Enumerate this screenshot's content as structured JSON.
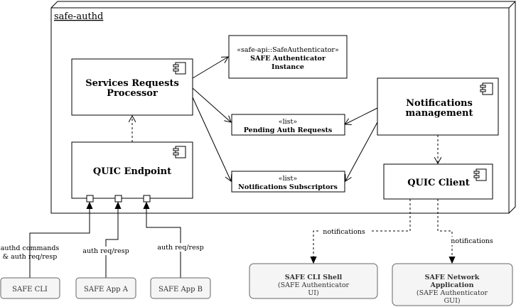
{
  "node": {
    "title": "safe-authd"
  },
  "components": {
    "services_processor": {
      "line1": "Services Requests",
      "line2": "Processor"
    },
    "quic_endpoint": {
      "label": "QUIC Endpoint"
    },
    "notifications_mgmt": {
      "line1": "Notifications",
      "line2": "management"
    },
    "quic_client": {
      "label": "QUIC Client"
    }
  },
  "objects": {
    "authenticator": {
      "stereotype": "«safe-api::SafeAuthenticator»",
      "line1": "SAFE Authenticator",
      "line2": "Instance"
    },
    "pending_auth": {
      "stereotype": "«list»",
      "name": "Pending Auth Requests"
    },
    "subscriptors": {
      "stereotype": "«list»",
      "name": "Notifications Subscriptors"
    }
  },
  "clients": {
    "safe_cli": {
      "label": "SAFE CLI",
      "edge_line1": "authd commands",
      "edge_line2": "& auth req/resp"
    },
    "safe_app_a": {
      "label": "SAFE App A",
      "edge_label": "auth req/resp"
    },
    "safe_app_b": {
      "label": "SAFE App B",
      "edge_label": "auth req/resp"
    }
  },
  "subscribers": {
    "cli_shell": {
      "line1": "SAFE CLI Shell",
      "line2": "(SAFE Authenticator",
      "line3": "UI)",
      "edge_label": "notifications"
    },
    "network_app": {
      "line1": "SAFE Network",
      "line2": "Application",
      "line3": "(SAFE Authenticator",
      "line4": "GUI)",
      "edge_label": "notifications"
    }
  },
  "colors": {
    "stroke": "#000000",
    "client_fill": "#f5f5f5",
    "client_stroke": "#666666",
    "client_text": "#333333"
  }
}
